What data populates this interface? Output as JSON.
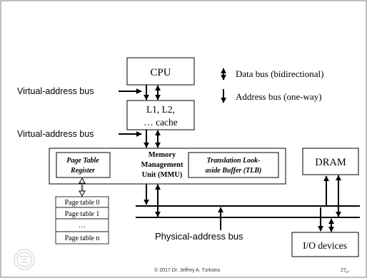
{
  "diagram": {
    "cpu": "CPU",
    "cache": {
      "line1": "L1, L2,",
      "line2": "… cache"
    },
    "legend": {
      "data_bus": "Data bus (bidirectional)",
      "address_bus": "Address bus (one-way)"
    },
    "virtual_bus_1": "Virtual-address bus",
    "virtual_bus_2": "Virtual-address bus",
    "mmu": {
      "line1": "Memory",
      "line2": "Management",
      "line3": "Unit (MMU)"
    },
    "ptr": {
      "line1": "Page Table",
      "line2": "Register"
    },
    "tlb": {
      "line1": "Translation Look-",
      "line2": "aside Buffer (TLB)"
    },
    "dram": "DRAM",
    "io": "I/O devices",
    "physical_bus": "Physical-address bus",
    "page_tables": [
      "Page table 0",
      "Page table 1",
      "…",
      "Page table n"
    ]
  },
  "footer": {
    "copyright": "© 2017 Dr. Jeffrey A. Turkstra",
    "page_number": "27",
    "page_number_small": "27"
  },
  "colors": {
    "line": "#000000",
    "bg": "#ffffff",
    "border": "#7f7f7f",
    "watermark": "#bfbfbf"
  }
}
